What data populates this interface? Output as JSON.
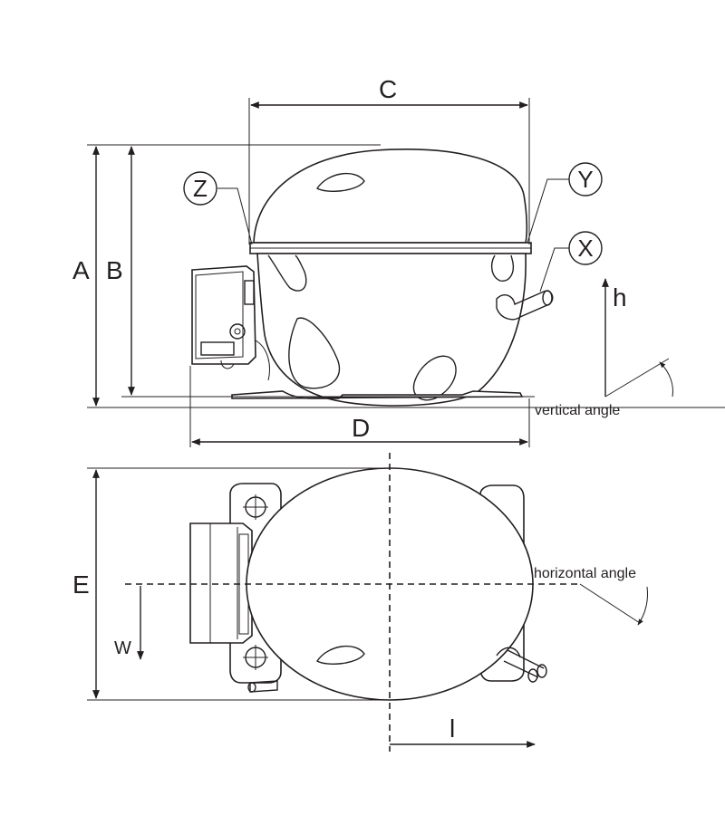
{
  "dimensions": {
    "A": "A",
    "B": "B",
    "C": "C",
    "D": "D",
    "E": "E",
    "W": "W",
    "l": "l",
    "h": "h"
  },
  "callouts": {
    "X": "X",
    "Y": "Y",
    "Z": "Z"
  },
  "notes": {
    "vertical_angle": "vertical angle",
    "horizontal_angle": "horizontal angle"
  }
}
